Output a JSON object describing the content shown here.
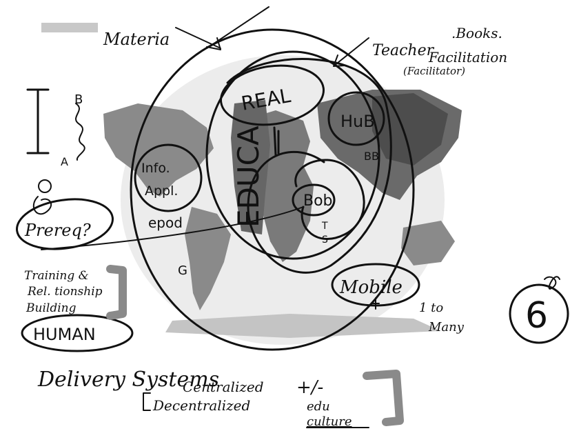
{
  "labels": {
    "materia": "Materia",
    "teacher": "Teacher",
    "books": ".Books.",
    "facilitation": "Facilitation",
    "facilitator": "(Facilitator)",
    "b": "B",
    "a": "A",
    "real": "REAL",
    "educa": "EDUCA",
    "hub": "HuB",
    "bb": "BB",
    "info_appl_1": "Info.",
    "info_appl_2": "Appl.",
    "epod": "epod",
    "bob": "Bob",
    "t": "T",
    "s": "S",
    "prereq": "Prereq?",
    "training_1": "Training &",
    "training_2": "Rel. tionship",
    "training_3": "Building",
    "human": "HUMAN",
    "mobile": "Mobile",
    "one_to_many_1": "1 to",
    "one_to_many_2": "Many",
    "g": "G",
    "six": "6",
    "delivery": "Delivery Systems",
    "centralized": "Centralized",
    "decentralized": "Decentralized",
    "plus_minus": "+/-",
    "edu": "edu",
    "culture": "culture"
  },
  "colors": {
    "ink": "#111111",
    "map_land": "#7a7a7a",
    "map_land_dark": "#555555",
    "globe_fill": "#e9e9e9",
    "marker_gray": "#8a8a8a"
  }
}
